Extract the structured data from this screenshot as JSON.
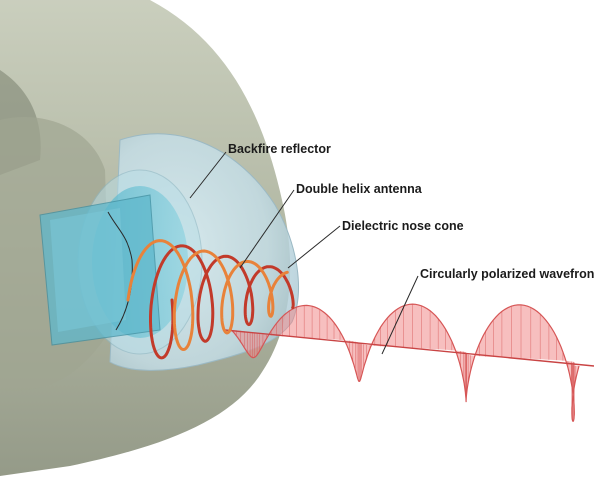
{
  "labels": {
    "backfire_reflector": "Backfire reflector",
    "double_helix_antenna": "Double helix antenna",
    "dielectric_nose_cone": "Dielectric nose cone",
    "circularly_polarized_wavefront": "Circularly polarized wavefront"
  },
  "colors": {
    "fuselage": "#b6bca8",
    "nose_cone": "#cfe2ea",
    "reflector": "#6fc6d8",
    "helix": "#e8823a",
    "helix_dark": "#c23a2a",
    "wave_fill": "#f08a8a",
    "wave_line": "#d65656"
  },
  "wavefront": {
    "turns": 3.5
  }
}
